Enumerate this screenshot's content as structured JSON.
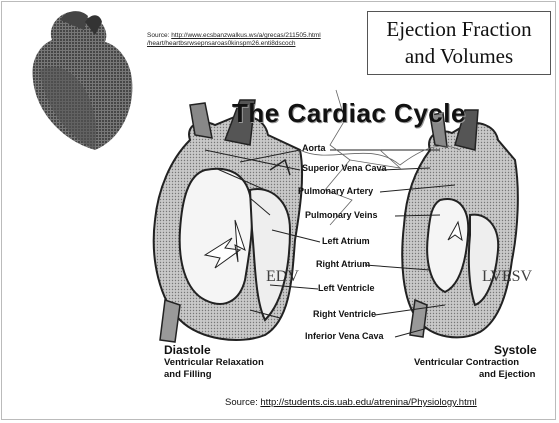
{
  "title": {
    "line1": "Ejection Fraction",
    "line2": "and Volumes"
  },
  "source_top": {
    "label": "Source:",
    "url_line1": "http://www.ecsbanzwalkus.ws/a/grecas/211505.html",
    "url_line2": "/heart/heartbsrwsepnsaroas0kinspm26.enti8dscoch"
  },
  "diagram_title": "The Cardiac Cycle",
  "labels": {
    "aorta": "Aorta",
    "superior_vena_cava": "Superior Vena Cava",
    "pulmonary_artery": "Pulmonary Artery",
    "pulmonary_veins": "Pulmonary Veins",
    "left_atrium": "Left Atrium",
    "right_atrium": "Right Atrium",
    "left_ventricle": "Left Ventricle",
    "right_ventricle": "Right Ventricle",
    "inferior_vena_cava": "Inferior Vena Cava"
  },
  "overlay": {
    "edv": "EDV",
    "esv": "LVESV"
  },
  "diastole": {
    "title": "Diastole",
    "line1": "Ventricular Relaxation",
    "line2": "and Filling"
  },
  "systole": {
    "title": "Systole",
    "line1": "Ventricular Contraction",
    "line2": "and Ejection"
  },
  "source_bottom": {
    "label": "Source:",
    "link": "http://students.cis.uab.edu/atrenina/Physiology.html"
  }
}
